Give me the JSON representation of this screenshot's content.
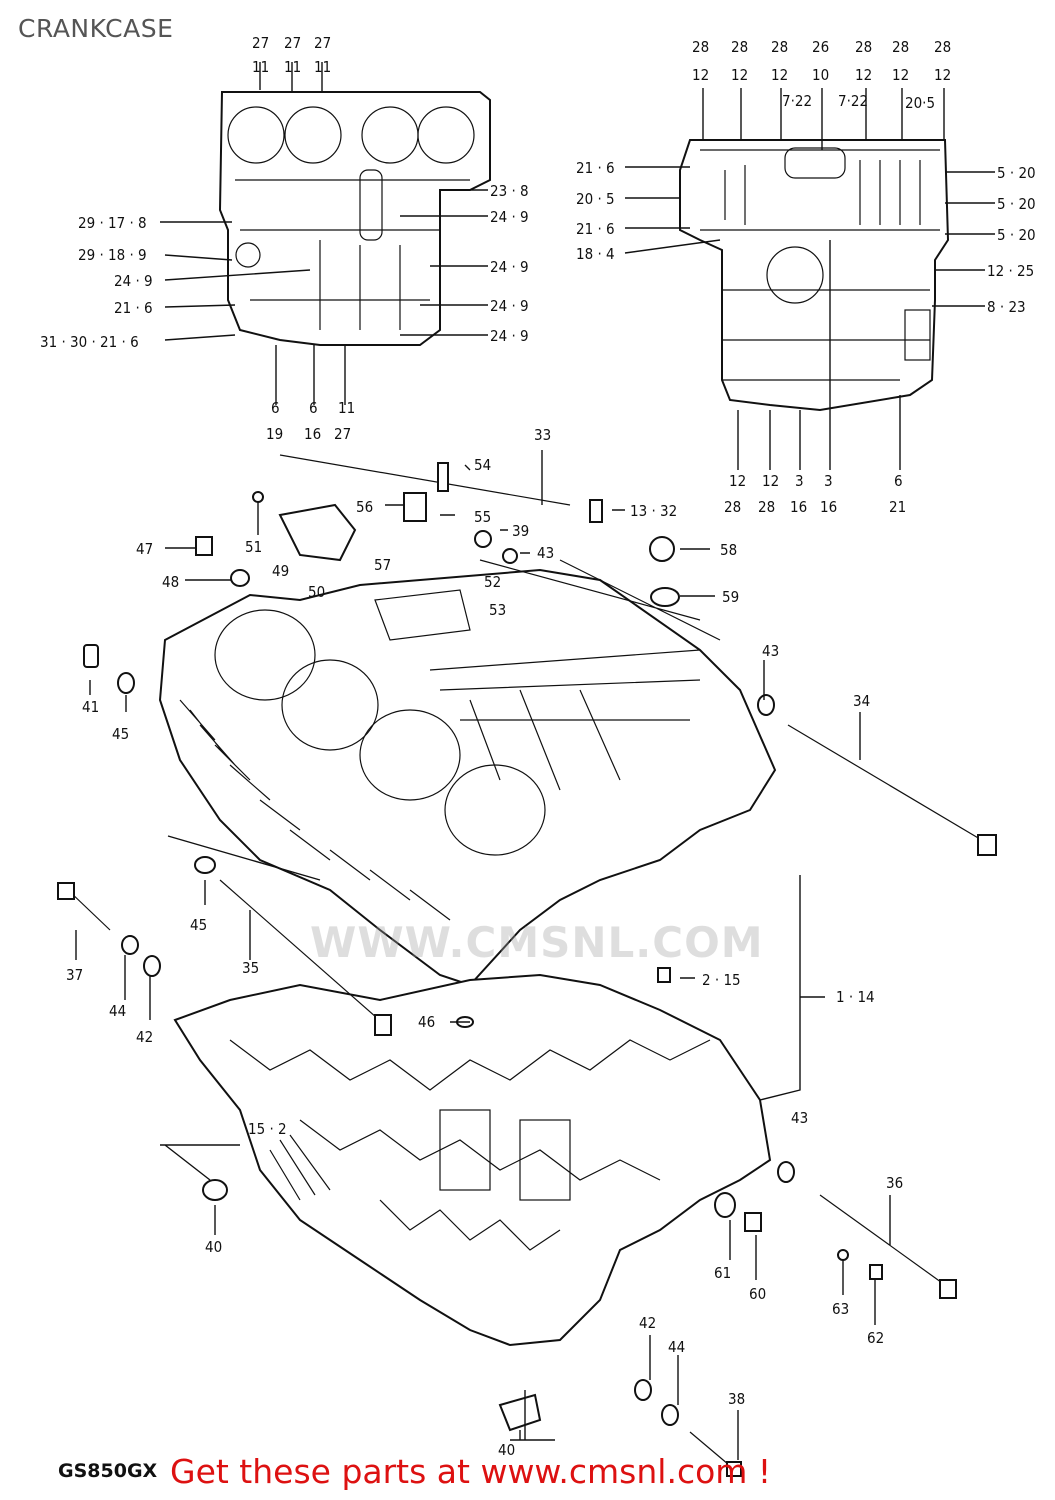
{
  "title": "CRANKCASE",
  "footer": {
    "model_code": "GS850GX",
    "promo_text": "Get these parts at www.cmsnl.com !"
  },
  "watermark": "WWW.CMSNL.COM",
  "left_view_labels": {
    "top": [
      "27",
      "27",
      "27"
    ],
    "top_sub": [
      "11",
      "11",
      "11"
    ],
    "left": [
      "29 · 17 · 8",
      "29 · 18 · 9",
      "24 · 9",
      "21 · 6",
      "31 · 30 · 21 · 6"
    ],
    "right": [
      "23 · 8",
      "24 · 9",
      "24 · 9",
      "24 · 9",
      "24 · 9"
    ],
    "bottom_top": [
      "6",
      "6",
      "11"
    ],
    "bottom_sub": [
      "19",
      "16",
      "27"
    ]
  },
  "right_view_labels": {
    "top": [
      "28",
      "28",
      "28",
      "26",
      "28",
      "28",
      "28"
    ],
    "top_sub": [
      "12",
      "12",
      "12",
      "10",
      "12",
      "12",
      "12"
    ],
    "top_mid": [
      "7·22",
      "7·22",
      "20·5"
    ],
    "left": [
      "21 · 6",
      "20 · 5",
      "21 · 6",
      "18 · 4"
    ],
    "right": [
      "5 · 20",
      "5 · 20",
      "5 · 20",
      "12 · 25",
      "8 · 23"
    ],
    "bottom_top": [
      "12",
      "12",
      "3",
      "3",
      "6"
    ],
    "bottom_sub": [
      "28",
      "28",
      "16",
      "16",
      "21"
    ]
  },
  "main_labels": [
    "33",
    "54",
    "56",
    "55",
    "13 · 32",
    "39",
    "43",
    "58",
    "59",
    "47",
    "48",
    "51",
    "49",
    "50",
    "57",
    "52",
    "53",
    "41",
    "45",
    "43",
    "34",
    "45",
    "35",
    "37",
    "44",
    "42",
    "46",
    "2 · 15",
    "1 · 14",
    "15 · 2",
    "40",
    "43",
    "36",
    "61",
    "60",
    "63",
    "62",
    "42",
    "44",
    "38",
    "40"
  ]
}
